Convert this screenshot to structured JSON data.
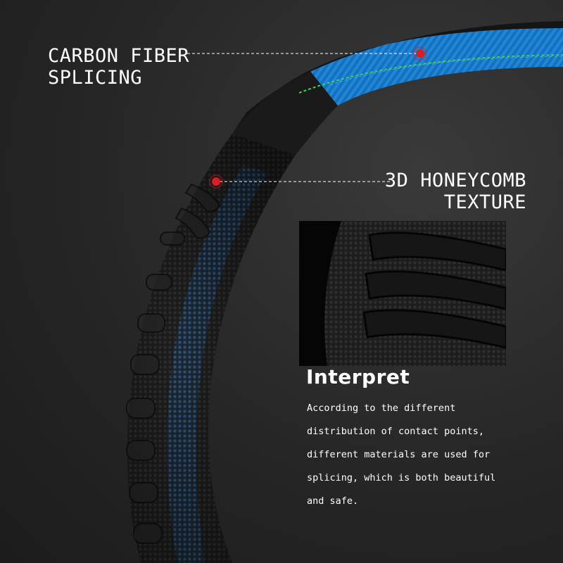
{
  "callouts": {
    "carbon_fiber": {
      "line1": "CARBON FIBER",
      "line2": "SPLICING"
    },
    "honeycomb": {
      "line1": "3D HONEYCOMB",
      "line2": "TEXTURE"
    }
  },
  "interpret": {
    "title": "Interpret",
    "lines": [
      "According to the different",
      "distribution of contact points,",
      "different materials are used for",
      "splicing, which is both beautiful",
      "and safe."
    ]
  },
  "colors": {
    "background": "#2a2a2a",
    "carbon_blue": "#1f86d8",
    "stitch_green": "#3fcf5a",
    "marker_red": "#d81e26",
    "text": "#ffffff"
  },
  "icons": {
    "marker": "red-dot-marker-icon"
  }
}
